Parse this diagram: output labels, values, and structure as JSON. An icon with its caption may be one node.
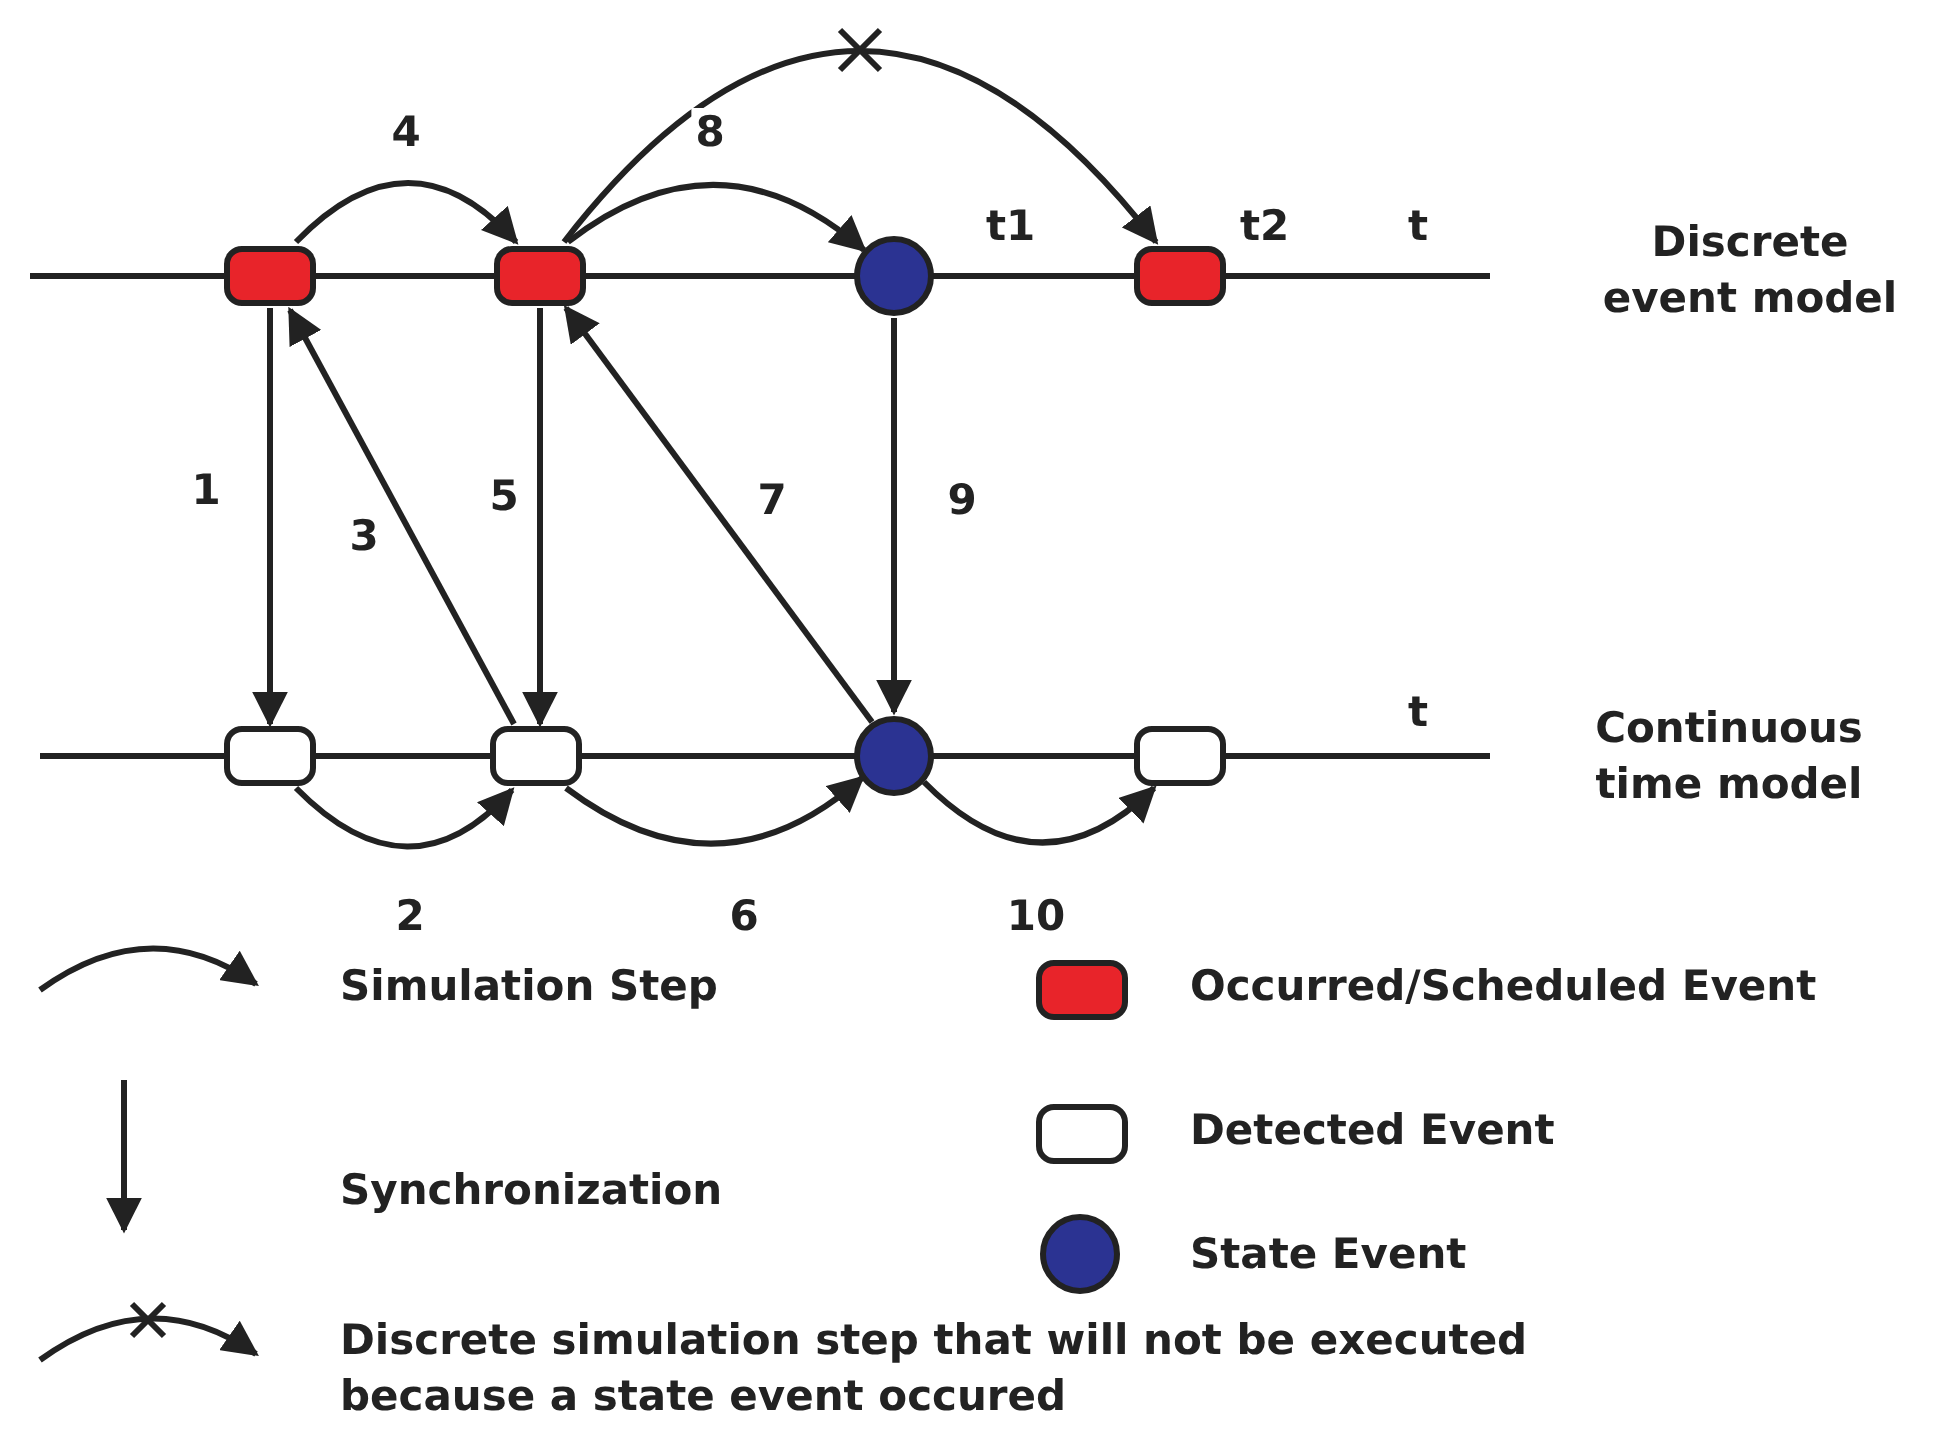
{
  "diagram": {
    "nodes": [
      {
        "text": [],
        "shape": "box"
      },
      {
        "text": [],
        "shape": "box"
      },
      {
        "text": [],
        "shape": "circle",
        "beside": [
          "t1"
        ]
      },
      {
        "text": [],
        "shape": "box",
        "beside": [
          "t2"
        ]
      },
      {
        "text": [],
        "shape": "box"
      },
      {
        "text": [],
        "shape": "box"
      },
      {
        "text": [],
        "shape": "circle"
      },
      {
        "text": [],
        "shape": "box"
      }
    ],
    "edges": [
      {
        "from": 0,
        "to": 4,
        "arrow": "to",
        "label": "1"
      },
      {
        "from": 4,
        "to": 5,
        "arrow": "to",
        "label": "2"
      },
      {
        "from": 5,
        "to": 0,
        "arrow": "to",
        "label": "3"
      },
      {
        "from": 0,
        "to": 1,
        "arrow": "to",
        "label": "4"
      },
      {
        "from": 1,
        "to": 5,
        "arrow": "to",
        "label": "5"
      },
      {
        "from": 5,
        "to": 6,
        "arrow": "to",
        "label": "6"
      },
      {
        "from": 6,
        "to": 1,
        "arrow": "to",
        "label": "7"
      },
      {
        "from": 1,
        "to": 2,
        "arrow": "to",
        "label": "8"
      },
      {
        "from": 2,
        "to": 6,
        "arrow": "to",
        "label": "9"
      },
      {
        "from": 6,
        "to": 7,
        "arrow": "to",
        "label": "10"
      },
      {
        "from": 1,
        "to": 3,
        "arrow": "to"
      }
    ],
    "labels": [
      "t",
      "Discrete event model",
      "t",
      "Continuous time model"
    ],
    "legend": [
      {
        "text": "Simulation Step"
      },
      {
        "text": "Occurred/Scheduled Event",
        "color": "#e8242a"
      },
      {
        "text": "Detected Event",
        "color": "#ffffff"
      },
      {
        "text": "Synchronization"
      },
      {
        "text": "State Event",
        "color": "#2b3392"
      },
      {
        "text": "Discrete simulation step that will not be executed because a state event occured"
      }
    ]
  }
}
